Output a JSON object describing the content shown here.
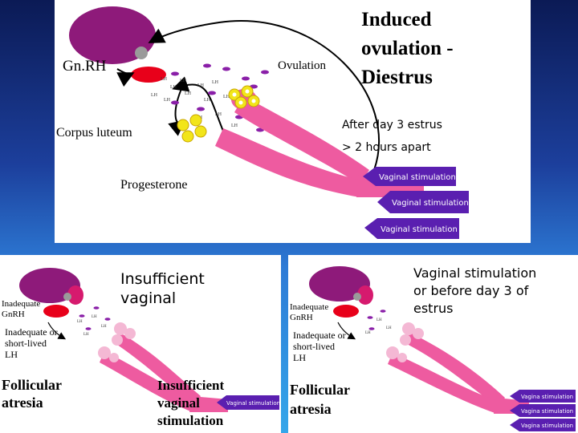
{
  "top": {
    "title_lines": [
      "Induced",
      "ovulation -",
      "Diestrus"
    ],
    "gnrh": "Gn.RH",
    "ovulation": "Ovulation",
    "corpus_luteum": "Corpus luteum",
    "progesterone": "Progesterone",
    "timing_1": "After day 3 estrus",
    "timing_2": "> 2 hours apart",
    "lh": "LH",
    "stim_1": "Vaginal stimulation",
    "stim_2": "Vaginal stimulation",
    "stim_3": "Vaginal stimulation"
  },
  "left": {
    "title_1": "Insufficient",
    "title_2": "vaginal",
    "inadequate_1": "Inadequate",
    "inadequate_2": "GnRH",
    "short_1": "Inadequate or",
    "short_2": "short-lived",
    "short_3": "LH",
    "atresia_1": "Follicular",
    "atresia_2": "atresia",
    "insuff_1": "Insufficient",
    "insuff_2": "vaginal",
    "insuff_3": "stimulation",
    "stim": "Vaginal stimulation",
    "lh": "LH"
  },
  "right": {
    "title_1": "Vaginal stimulation",
    "title_2": "or before day 3 of",
    "title_3": "estrus",
    "inadequate_1": "Inadequate",
    "inadequate_2": "GnRH",
    "short_1": "Inadequate or",
    "short_2": "short-lived",
    "short_3": "LH",
    "atresia_1": "Follicular",
    "atresia_2": "atresia",
    "stim_1": "Vagina stimulation",
    "stim_2": "Vagina stimulation",
    "stim_3": "Vagina stimulation",
    "lh": "LH"
  },
  "colors": {
    "brain": "#8e1a7a",
    "pituitary": "#e8001a",
    "tract": "#ee5ba0",
    "follicle": "#f2e51a",
    "arrow": "#5a1fb0",
    "lh_dot": "#8a1fa8"
  }
}
